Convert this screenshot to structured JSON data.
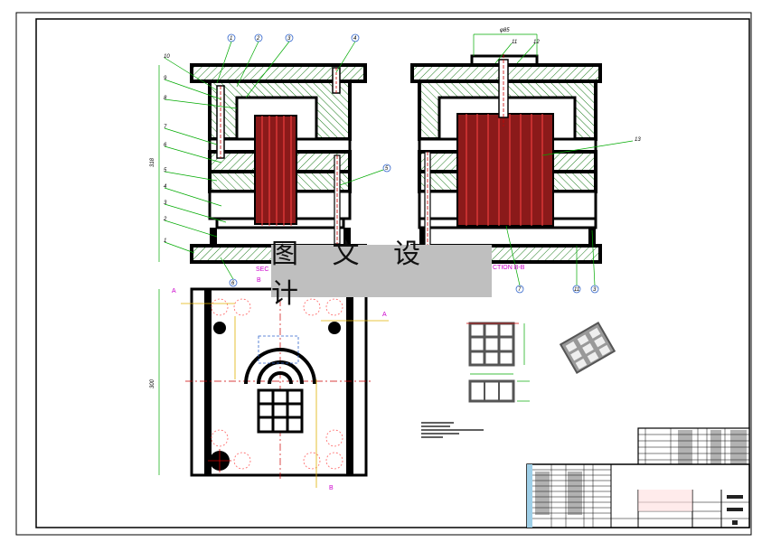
{
  "watermark": {
    "text": "图 文 设 计"
  },
  "sections": {
    "left_caption": "SEC",
    "right_caption": "CTION B-B"
  },
  "leaders_left": [
    "10",
    "9",
    "8",
    "7",
    "6",
    "5",
    "4",
    "3",
    "2",
    "1"
  ],
  "balloons_top_left": [
    "1",
    "2",
    "3",
    "4"
  ],
  "balloons_mid": [
    "5",
    "6"
  ],
  "leaders_right": [
    "11",
    "12",
    "13"
  ],
  "balloons_right": [
    "7",
    "11",
    "3"
  ],
  "dims": {
    "height_left": "318",
    "height_plan": "300",
    "top_right": "φ85"
  },
  "plan_marks": {
    "A": "A",
    "B": "B"
  },
  "colors": {
    "frame": "#000000",
    "hatch": "#1a7a1a",
    "red": "#cc0000",
    "blue": "#3366cc",
    "green": "#00aa00",
    "pink": "#cc00cc"
  }
}
